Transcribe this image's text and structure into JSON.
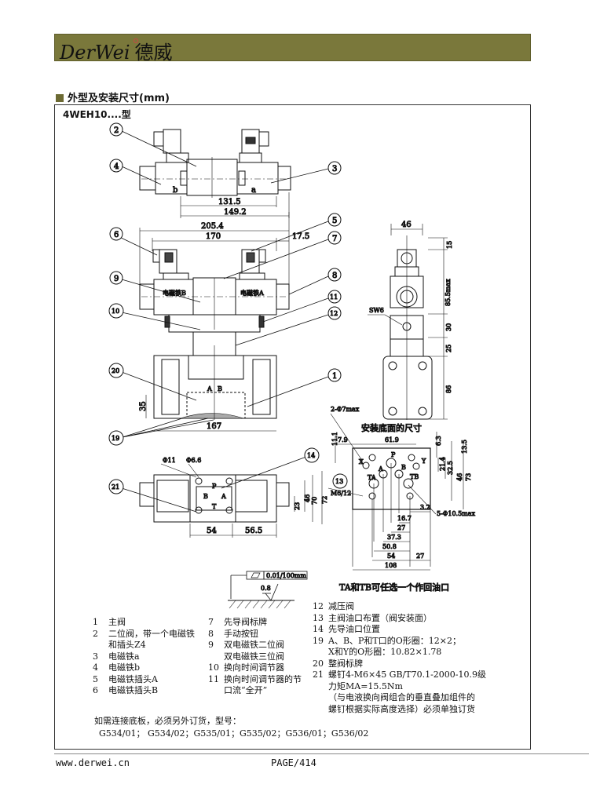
{
  "header": {
    "logo_latin": "DerWei",
    "logo_cn": "德威"
  },
  "section": {
    "title": "外型及安装尺寸(mm)",
    "model": "4WEH10....型"
  },
  "drawing": {
    "view1": {
      "dims": [
        "131.5",
        "149.2"
      ],
      "labels": [
        "b",
        "a"
      ],
      "callouts": [
        "2",
        "4",
        "3"
      ]
    },
    "view2": {
      "dims": [
        "205.4",
        "170",
        "17.5"
      ],
      "labels": [
        "电磁铁B",
        "电磁铁A"
      ],
      "callouts": [
        "6",
        "9",
        "10",
        "5",
        "7",
        "8",
        "11",
        "12"
      ]
    },
    "view3": {
      "dims": [
        "35",
        "167"
      ],
      "labels": [
        "A",
        "B"
      ],
      "callouts": [
        "20",
        "19",
        "1"
      ]
    },
    "view4": {
      "dims": [
        "Φ11",
        "Φ6.6",
        "54",
        "56.5",
        "23",
        "46",
        "70",
        "72"
      ],
      "labels": [
        "P",
        "B",
        "A",
        "T"
      ],
      "callouts": [
        "21",
        "14"
      ]
    },
    "side_view": {
      "dims": [
        "46",
        "15",
        "85.5max",
        "30",
        "25",
        "86"
      ],
      "labels": [
        "SW6"
      ]
    },
    "mounting": {
      "title": "安装底面的尺寸",
      "labels": [
        "2-Φ7max",
        "X",
        "P",
        "Y",
        "A",
        "B",
        "TA",
        "TB",
        "M6/12",
        "5-Φ10.5max"
      ],
      "dims_top": [
        "7.9",
        "61.9",
        "11.1",
        "6.3",
        "13.5",
        "21.4",
        "32.5",
        "46",
        "73"
      ],
      "dims_bottom": [
        "3.2",
        "16.7",
        "27",
        "37.3",
        "50.8",
        "54",
        "27",
        "108"
      ],
      "callout": "13",
      "caption": "TA和TB可任选一个作回油口"
    },
    "surface": {
      "flatness": "0.01/100mm",
      "roughness": "0.8"
    }
  },
  "legend_left": [
    {
      "num": "1",
      "text": "主阀"
    },
    {
      "num": "2",
      "text": "二位阀，带一个电磁铁",
      "cont": "和插头Z4"
    },
    {
      "num": "3",
      "text": "电磁铁a"
    },
    {
      "num": "4",
      "text": "电磁铁b"
    },
    {
      "num": "5",
      "text": "电磁铁插头A"
    },
    {
      "num": "6",
      "text": "电磁铁插头B"
    }
  ],
  "legend_mid": [
    {
      "num": "7",
      "text": "先导阀标牌"
    },
    {
      "num": "8",
      "text": "手动按钮"
    },
    {
      "num": "9",
      "text": "双电磁铁二位阀",
      "cont": "双电磁铁三位阀"
    },
    {
      "num": "10",
      "text": "换向时间调节器"
    },
    {
      "num": "11",
      "text": "换向时间调节器的节",
      "cont": "口流“全开”"
    }
  ],
  "legend_right": [
    {
      "num": "12",
      "text": "减压阀"
    },
    {
      "num": "13",
      "text": "主阀油口布置（阀安装面）"
    },
    {
      "num": "14",
      "text": "先导油口位置"
    },
    {
      "num": "19",
      "text": "A、B、P和T口的O形圈：12×2；",
      "cont": "X和Y的O形圈：10.82×1.78"
    },
    {
      "num": "20",
      "text": "整阀标牌"
    },
    {
      "num": "21",
      "text": "螺钉4-M6×45 GB/T70.1-2000-10.9级",
      "cont": "力矩MA=15.5Nm",
      "cont2": "（与电液换向阀组合的垂直叠加组件的",
      "cont3": "螺钉根据实际高度选择）必须单独订货"
    }
  ],
  "note": {
    "line1": "如需连接底板，必须另外订货，型号：",
    "line2": "G534/01；  G534/02；G535/01；G535/02；G536/01；G536/02"
  },
  "footer": {
    "url": "www.derwei.cn",
    "page": "PAGE/414"
  }
}
